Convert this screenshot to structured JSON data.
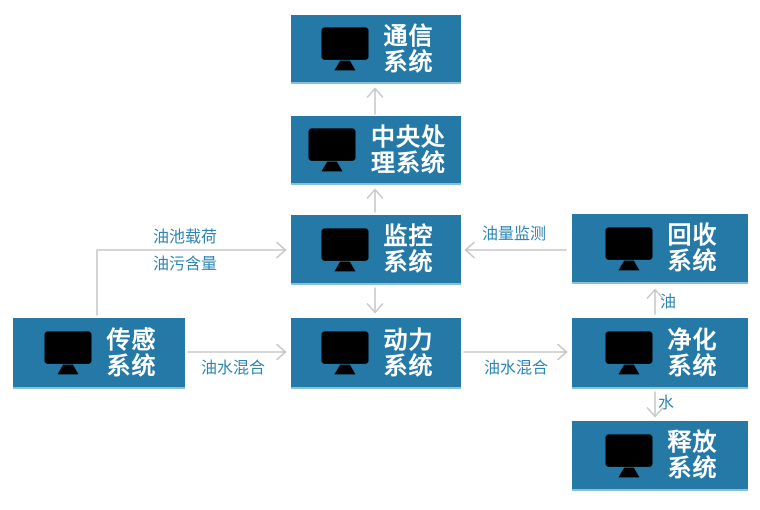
{
  "colors": {
    "box": "#2479a6",
    "box_bottom_edge": "#8abfd9",
    "arrow": "#c9c9c9",
    "edge_label_text": "#2e86b5",
    "node_text": "#ffffff",
    "background": "#ffffff"
  },
  "icons": {
    "node_icon": "monitor-code-icon"
  },
  "nodes": {
    "comm": {
      "line1": "通信",
      "line2": "系统"
    },
    "central": {
      "line1": "中央处",
      "line2": "理系统"
    },
    "monitor": {
      "line1": "监控",
      "line2": "系统"
    },
    "recycle": {
      "line1": "回收",
      "line2": "系统"
    },
    "sensor": {
      "line1": "传感",
      "line2": "系统"
    },
    "power": {
      "line1": "动力",
      "line2": "系统"
    },
    "purify": {
      "line1": "净化",
      "line2": "系统"
    },
    "release": {
      "line1": "释放",
      "line2": "系统"
    }
  },
  "edge_labels": {
    "pool_load": "油池载荷",
    "oil_content": "油污含量",
    "oil_monitoring": "油量监测",
    "oil_water_mix_left": "油水混合",
    "oil_water_mix_right": "油水混合",
    "oil": "油",
    "water": "水"
  },
  "edges": [
    {
      "from": "sensor",
      "to": "monitor",
      "labels": [
        "油池载荷",
        "油污含量"
      ]
    },
    {
      "from": "monitor",
      "to": "central",
      "labels": []
    },
    {
      "from": "central",
      "to": "comm",
      "labels": []
    },
    {
      "from": "monitor",
      "to": "power",
      "labels": []
    },
    {
      "from": "recycle",
      "to": "monitor",
      "labels": [
        "油量监测"
      ]
    },
    {
      "from": "sensor",
      "to": "power",
      "labels": [
        "油水混合"
      ]
    },
    {
      "from": "power",
      "to": "purify",
      "labels": [
        "油水混合"
      ]
    },
    {
      "from": "purify",
      "to": "recycle",
      "labels": [
        "油"
      ]
    },
    {
      "from": "purify",
      "to": "release",
      "labels": [
        "水"
      ]
    }
  ]
}
